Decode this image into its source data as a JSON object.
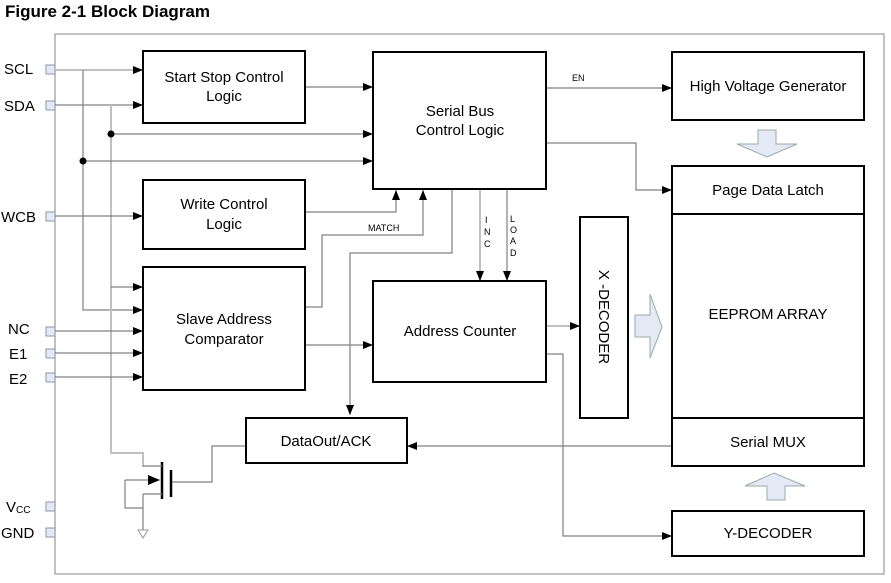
{
  "figure": {
    "title": "Figure 2-1 Block Diagram"
  },
  "pins": [
    {
      "id": "scl",
      "label": "SCL"
    },
    {
      "id": "sda",
      "label": "SDA"
    },
    {
      "id": "wcb",
      "label": "WCB"
    },
    {
      "id": "nc",
      "label": "NC"
    },
    {
      "id": "e1",
      "label": "E1"
    },
    {
      "id": "e2",
      "label": "E2"
    },
    {
      "id": "vcc",
      "label": "V",
      "sub": "CC"
    },
    {
      "id": "gnd",
      "label": "GND"
    }
  ],
  "blocks": {
    "start_stop": [
      "Start Stop Control",
      "Logic"
    ],
    "serial_bus": [
      "Serial Bus",
      "Control Logic"
    ],
    "hv_gen": [
      "High Voltage Generator"
    ],
    "write_ctrl": [
      "Write Control",
      "Logic"
    ],
    "slave_addr": [
      "Slave Address",
      "Comparator"
    ],
    "addr_counter": [
      "Address Counter"
    ],
    "x_decoder": "X -DECODER",
    "page_latch": "Page Data Latch",
    "eeprom": "EEPROM ARRAY",
    "serial_mux": "Serial MUX",
    "dataout": "DataOut/ACK",
    "y_decoder": "Y-DECODER"
  },
  "signals": {
    "en": "EN",
    "match": "MATCH",
    "inc": [
      "I",
      "N",
      "C"
    ],
    "load": [
      "L",
      "O",
      "A",
      "D"
    ]
  }
}
